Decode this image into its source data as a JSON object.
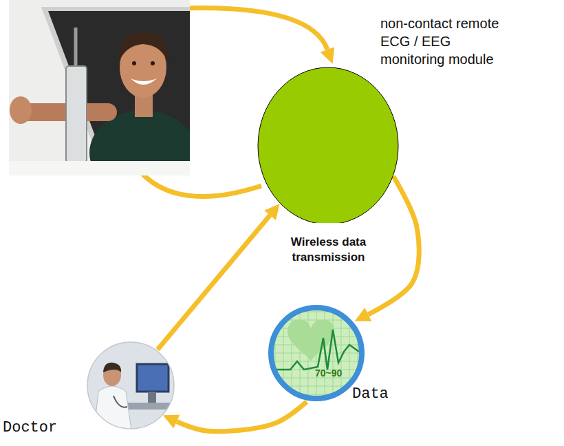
{
  "diagram": {
    "nodes": [
      {
        "text": [
          "non-contact remote ECG / EEG monitoring module",
          "Wireless data transmission"
        ]
      },
      {
        "text": [
          "70~90",
          "Data"
        ]
      },
      {
        "text": [
          "Doctor"
        ]
      }
    ],
    "edges": [
      {
        "from": 0,
        "to": 1,
        "arrow": "to"
      },
      {
        "from": 1,
        "to": 2,
        "arrow": "to"
      },
      {
        "from": 2,
        "to": 0,
        "arrow": "to"
      }
    ]
  }
}
